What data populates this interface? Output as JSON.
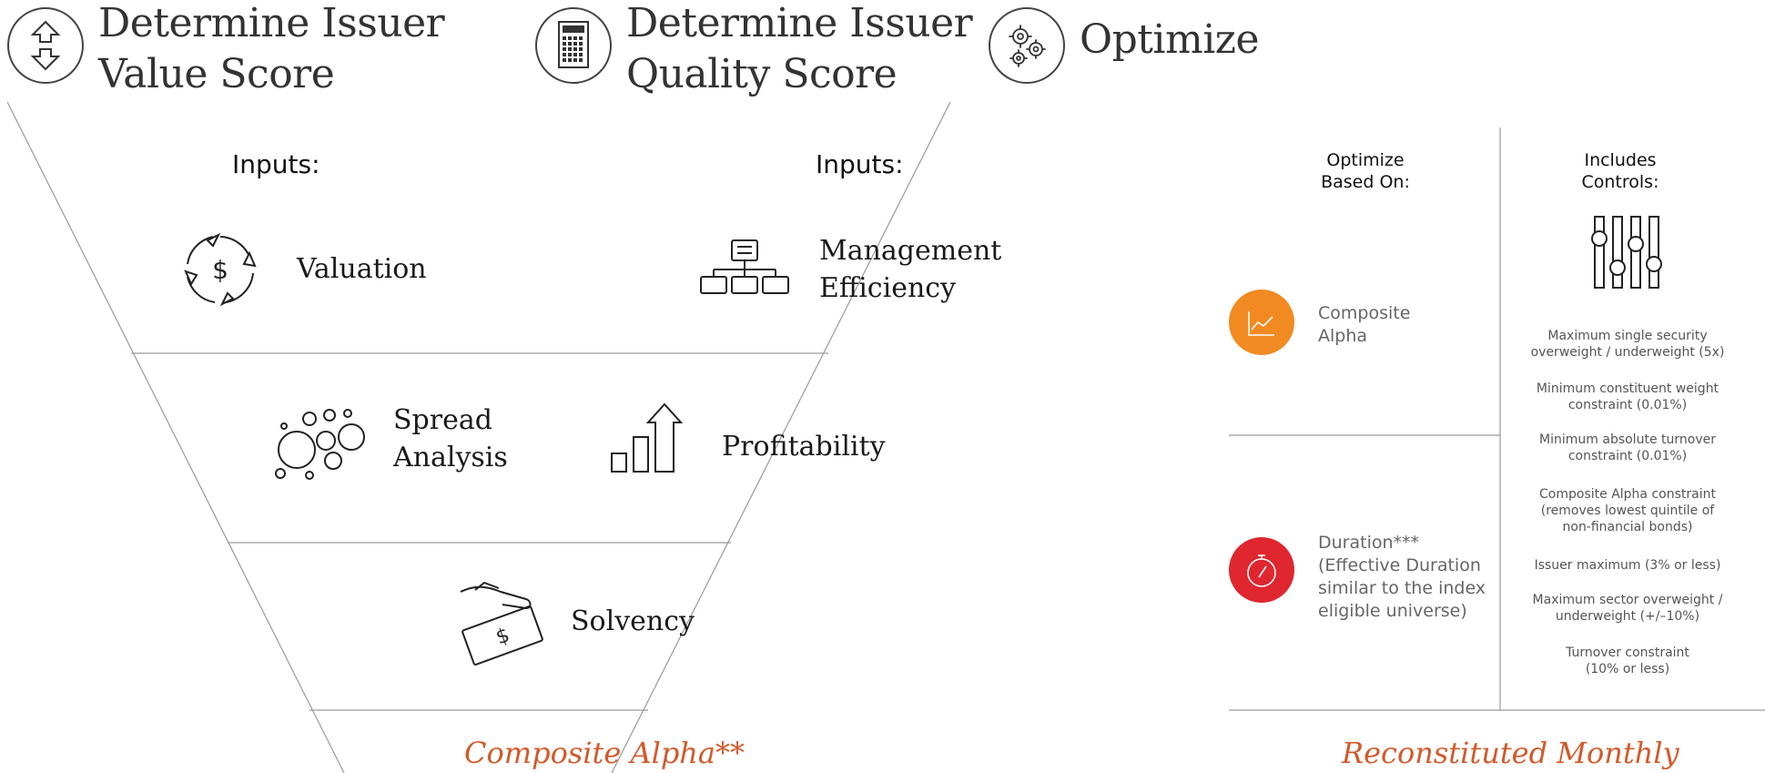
{
  "headers": {
    "value_score": "Determine Issuer\nValue Score",
    "quality_score": "Determine Issuer\nQuality Score",
    "optimize": "Optimize"
  },
  "funnel": {
    "inputs_left": "Inputs:",
    "inputs_right": "Inputs:",
    "valuation": "Valuation",
    "management_efficiency": "Management\nEfficiency",
    "spread_analysis": "Spread\nAnalysis",
    "profitability": "Profitability",
    "solvency": "Solvency",
    "bottom_label": "Composite Alpha**"
  },
  "optimize_panel": {
    "col_based_on": "Optimize\nBased On:",
    "col_controls": "Includes\nControls:",
    "composite_alpha": "Composite\nAlpha",
    "duration": "Duration***\n(Effective Duration\nsimilar to the index\neligible universe)",
    "controls": [
      "Maximum single security\noverweight / underweight (5x)",
      "Minimum constituent weight\nconstraint (0.01%)",
      "Minimum absolute turnover\nconstraint (0.01%)",
      "Composite Alpha constraint\n(removes lowest quintile of\nnon-financial bonds)",
      "Issuer maximum (3% or less)",
      "Maximum sector overweight /\nunderweight (+/–10%)",
      "Turnover constraint\n(10% or less)"
    ],
    "bottom_label": "Reconstituted Monthly"
  },
  "colors": {
    "accent_orange": "#f28a22",
    "accent_red": "#e0262f",
    "label_orange": "#d4592a"
  },
  "icons": {
    "value_score": "up-down-arrows-icon",
    "quality_score": "calculator-icon",
    "optimize": "gears-icon",
    "valuation": "dollar-cycle-icon",
    "management": "org-chart-icon",
    "spread": "bubbles-icon",
    "profitability": "bar-growth-icon",
    "solvency": "money-hand-icon",
    "composite_alpha": "trend-chart-icon",
    "duration": "stopwatch-icon",
    "controls": "sliders-icon"
  }
}
